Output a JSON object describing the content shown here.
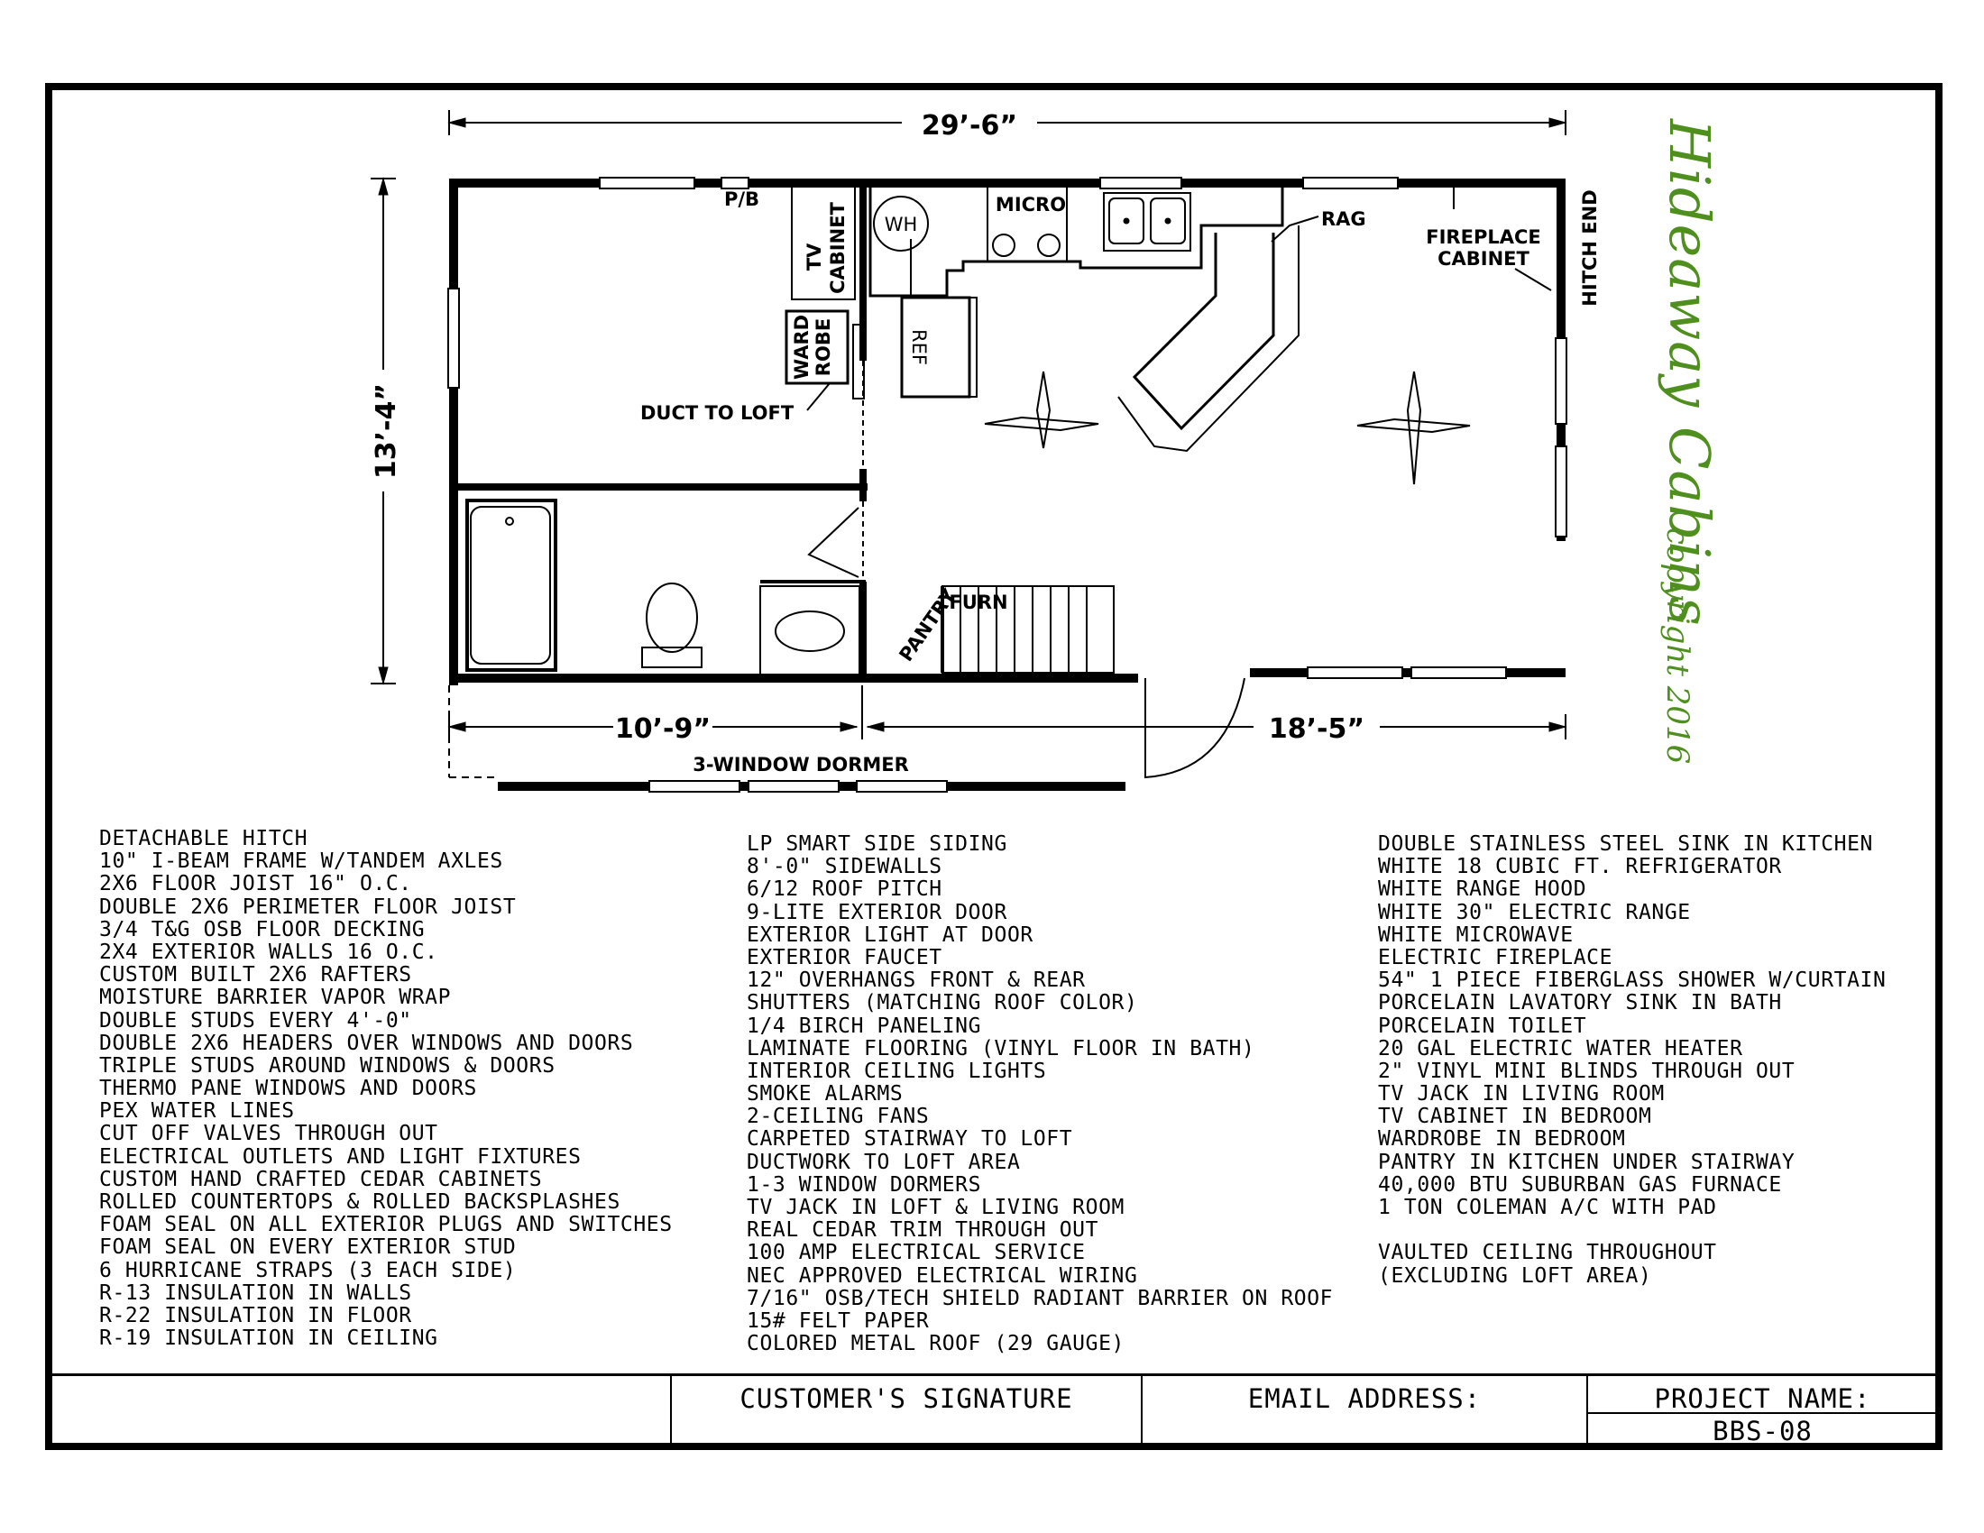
{
  "plan": {
    "dim_overall_width": "29’-6”",
    "dim_overall_depth": "13’-4”",
    "dim_left_section": "10’-9”",
    "dim_right_section": "18’-5”",
    "labels": {
      "pb": "P/B",
      "tv_cabinet_1": "TV",
      "tv_cabinet_2": "CABINET",
      "wardrobe_1": "WARD",
      "wardrobe_2": "ROBE",
      "water_heater": "WH",
      "micro": "MICRO",
      "ref": "REF",
      "rag": "RAG",
      "fireplace_1": "FIREPLACE",
      "fireplace_2": "CABINET",
      "hitch_end": "HITCH END",
      "duct_to_loft": "DUCT TO LOFT",
      "pantry": "PANTRY",
      "furn": "FURN",
      "dormer": "3-WINDOW DORMER"
    }
  },
  "brand": {
    "name": "Hideaway Cabins",
    "copyright": "copyright 2016",
    "color": "#4f8f1e"
  },
  "notes": {
    "col1": [
      "DETACHABLE HITCH",
      "10\" I-BEAM FRAME W/TANDEM AXLES",
      "2X6 FLOOR JOIST 16\" O.C.",
      "DOUBLE 2X6 PERIMETER FLOOR JOIST",
      "3/4 T&G OSB FLOOR DECKING",
      "2X4 EXTERIOR WALLS 16 O.C.",
      "CUSTOM BUILT 2X6 RAFTERS",
      "MOISTURE BARRIER VAPOR WRAP",
      "DOUBLE STUDS EVERY 4'-0\"",
      "DOUBLE 2X6 HEADERS OVER WINDOWS AND DOORS",
      "TRIPLE STUDS AROUND WINDOWS & DOORS",
      "THERMO PANE WINDOWS AND DOORS",
      "PEX WATER LINES",
      "CUT OFF VALVES THROUGH OUT",
      "ELECTRICAL OUTLETS AND LIGHT FIXTURES",
      "CUSTOM HAND CRAFTED CEDAR CABINETS",
      "ROLLED COUNTERTOPS & ROLLED BACKSPLASHES",
      "FOAM SEAL ON ALL EXTERIOR PLUGS AND SWITCHES",
      "FOAM SEAL ON EVERY EXTERIOR STUD",
      "6 HURRICANE STRAPS (3 EACH SIDE)",
      "R-13 INSULATION IN WALLS",
      "R-22 INSULATION IN FLOOR",
      "R-19 INSULATION IN CEILING"
    ],
    "col2": [
      "LP SMART SIDE SIDING",
      "8'-0\" SIDEWALLS",
      "6/12 ROOF PITCH",
      "9-LITE EXTERIOR DOOR",
      "EXTERIOR LIGHT AT DOOR",
      "EXTERIOR FAUCET",
      "12\" OVERHANGS FRONT & REAR",
      "SHUTTERS (MATCHING ROOF COLOR)",
      "1/4 BIRCH PANELING",
      "LAMINATE FLOORING (VINYL FLOOR IN BATH)",
      "INTERIOR CEILING LIGHTS",
      "SMOKE ALARMS",
      "2-CEILING FANS",
      "CARPETED STAIRWAY TO LOFT",
      "DUCTWORK TO LOFT AREA",
      "1-3 WINDOW DORMERS",
      "TV JACK IN LOFT & LIVING ROOM",
      "REAL CEDAR TRIM THROUGH OUT",
      "100 AMP ELECTRICAL SERVICE",
      "NEC APPROVED ELECTRICAL WIRING",
      "7/16\" OSB/TECH SHIELD RADIANT BARRIER ON ROOF",
      "15# FELT PAPER",
      "COLORED METAL ROOF (29 GAUGE)"
    ],
    "col3": [
      "DOUBLE STAINLESS STEEL SINK IN KITCHEN",
      "WHITE 18 CUBIC FT. REFRIGERATOR",
      "WHITE RANGE HOOD",
      "WHITE 30\" ELECTRIC RANGE",
      "WHITE MICROWAVE",
      "ELECTRIC FIREPLACE",
      "54\" 1 PIECE FIBERGLASS SHOWER W/CURTAIN",
      "PORCELAIN LAVATORY SINK IN BATH",
      "PORCELAIN TOILET",
      "20 GAL ELECTRIC WATER HEATER",
      "2\" VINYL MINI BLINDS THROUGH OUT",
      "TV JACK IN LIVING ROOM",
      "TV CABINET IN BEDROOM",
      "WARDROBE IN BEDROOM",
      "PANTRY IN KITCHEN UNDER STAIRWAY",
      "40,000 BTU SUBURBAN GAS FURNACE",
      "1 TON COLEMAN A/C WITH PAD",
      "",
      "VAULTED CEILING THROUGHOUT",
      "(EXCLUDING LOFT AREA)"
    ]
  },
  "titleblock": {
    "signature": "CUSTOMER'S SIGNATURE",
    "email": "EMAIL ADDRESS:",
    "project_label": "PROJECT NAME:",
    "project_value": "BBS-08"
  }
}
